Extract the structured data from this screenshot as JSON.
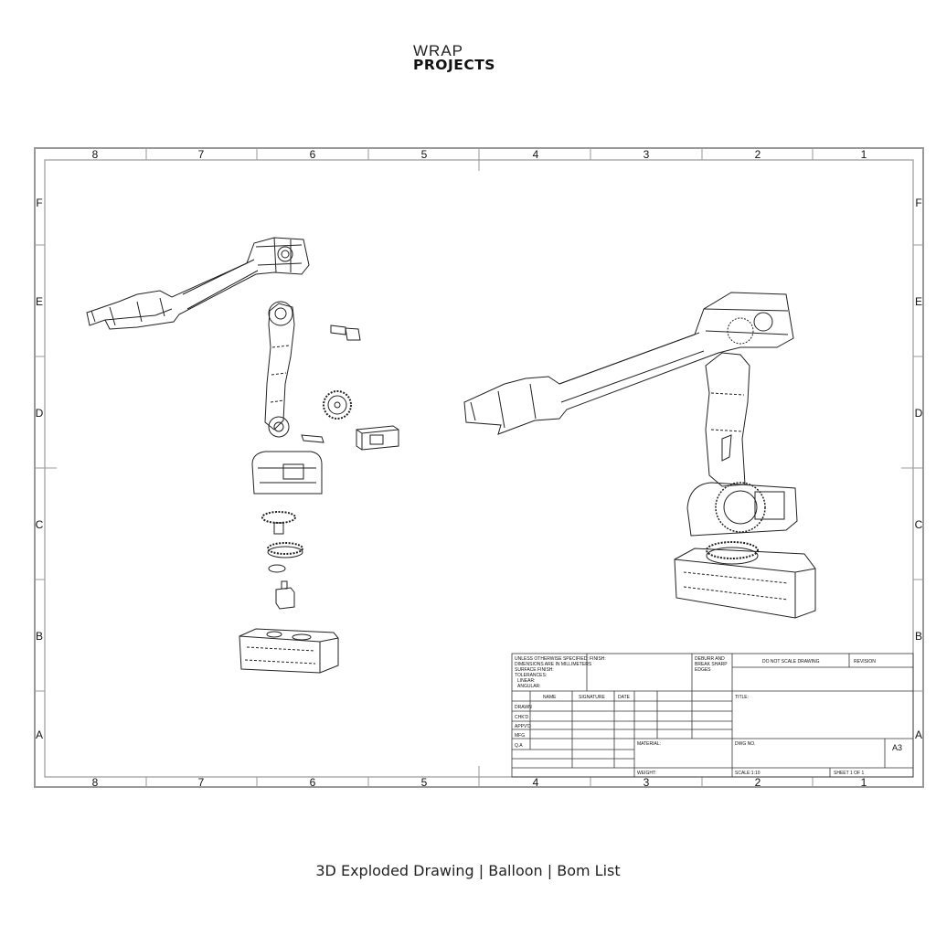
{
  "logo": {
    "line1": "WRAP",
    "line2": "PROJECTS"
  },
  "sheet": {
    "zones_top": [
      "8",
      "7",
      "6",
      "5",
      "4",
      "3",
      "2",
      "1"
    ],
    "zones_side": [
      "F",
      "E",
      "D",
      "C",
      "B",
      "A"
    ]
  },
  "title_block": {
    "tolerance_note": [
      "UNLESS OTHERWISE SPECIFIED:",
      "DIMENSIONS ARE IN MILLIMETERS",
      "SURFACE FINISH:",
      "TOLERANCES:",
      "LINEAR:",
      "ANGULAR:"
    ],
    "finish": "FINISH:",
    "deburr": [
      "DEBURR AND",
      "BREAK SHARP",
      "EDGES"
    ],
    "do_not_scale": "DO NOT SCALE DRAWING",
    "revision": "REVISION",
    "col_name": "NAME",
    "col_signature": "SIGNATURE",
    "col_date": "DATE",
    "rows": [
      "DRAWN",
      "CHK'D",
      "APPV'D",
      "MFG",
      "Q.A"
    ],
    "title": "TITLE:",
    "material": "MATERIAL:",
    "dwg_no": "DWG NO.",
    "size": "A3",
    "weight": "WEIGHT:",
    "scale": "SCALE:1:10",
    "sheet": "SHEET 1 OF 1"
  },
  "caption": "3D Exploded Drawing | Balloon | Bom List"
}
